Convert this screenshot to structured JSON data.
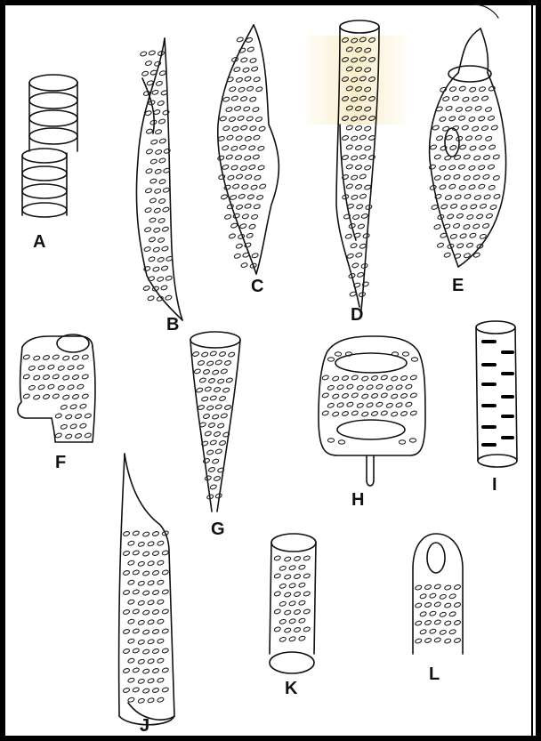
{
  "labels": {
    "a": "A",
    "b": "B",
    "c": "C",
    "d": "D",
    "e": "E",
    "f": "F",
    "g": "G",
    "h": "H",
    "i": "I",
    "j": "J",
    "k": "K",
    "l": "L"
  },
  "colors": {
    "ink": "#111111",
    "paper": "#ffffff",
    "border": "#000000",
    "stain": "#f2d98a"
  }
}
